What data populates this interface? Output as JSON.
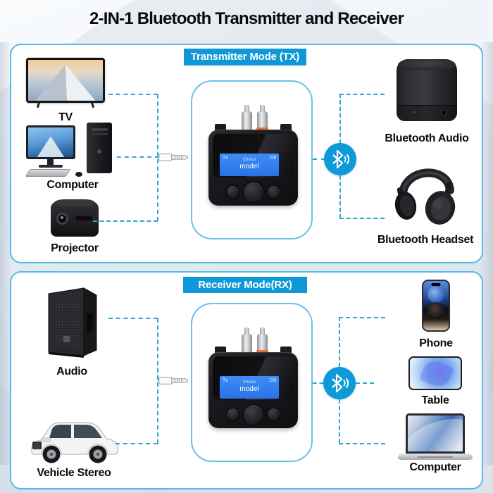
{
  "page": {
    "title": "2-IN-1 Bluetooth Transmitter and Receiver"
  },
  "device": {
    "screen": {
      "mode": "Tx",
      "label_small": "Choice",
      "label_main": "model",
      "page_indicator": "2/8"
    }
  },
  "panels": {
    "tx": {
      "header": "Transmitter Mode (TX)",
      "sources": [
        {
          "label": "TV",
          "icon": "tv-icon"
        },
        {
          "label": "Computer",
          "icon": "desktop-computer-icon"
        },
        {
          "label": "Projector",
          "icon": "projector-icon"
        }
      ],
      "sinks": [
        {
          "label": "Bluetooth Audio",
          "icon": "bluetooth-speaker-icon"
        },
        {
          "label": "Bluetooth Headset",
          "icon": "headphones-icon"
        }
      ]
    },
    "rx": {
      "header": "Receiver Mode(RX)",
      "sources": [
        {
          "label": "Audio",
          "icon": "pa-speaker-icon"
        },
        {
          "label": "Vehicle Stereo",
          "icon": "suv-car-icon"
        }
      ],
      "sinks": [
        {
          "label": "Phone",
          "icon": "smartphone-icon"
        },
        {
          "label": "Table",
          "icon": "tablet-icon"
        },
        {
          "label": "Computer",
          "icon": "laptop-icon"
        }
      ]
    }
  },
  "colors": {
    "mode_header_bg": "#0f98d7",
    "panel_border": "#57bae7",
    "dashed_line": "#2fa6d2",
    "bluetooth_badge": "#0e9ad9",
    "lcd_screen": "#2e7ff2",
    "rca_ring": "#e2763c"
  }
}
